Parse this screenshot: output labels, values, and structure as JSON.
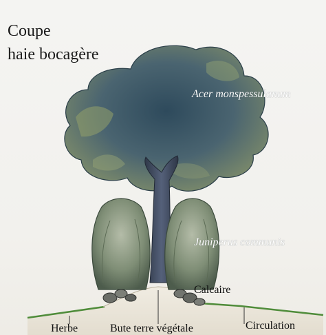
{
  "title": {
    "line1": "Coupe",
    "line2": "haie bocagère"
  },
  "labels": {
    "tree": "Acer monspessulanum",
    "shrub": "Juniperus communis",
    "stone": "Calcaire",
    "grass": "Herbe",
    "mound": "Bute terre végétale",
    "path": "Circulation"
  },
  "colors": {
    "tree_canopy": "#3e5660",
    "tree_highlight": "#93a06a",
    "trunk": "#404a5c",
    "shrub": "#7c8f76",
    "ground_line": "#4c8a3c",
    "mound": "#ebe6da"
  }
}
